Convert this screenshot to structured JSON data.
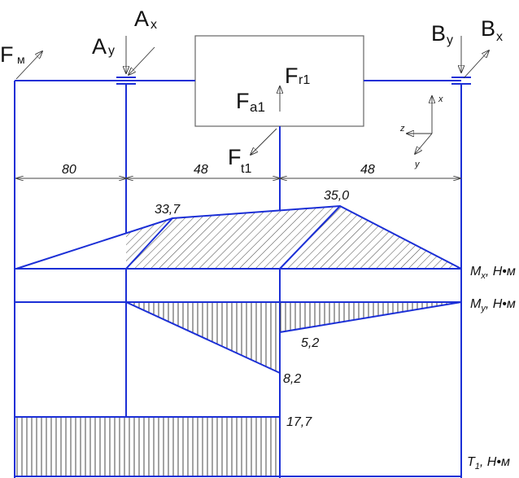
{
  "forces": {
    "fm_main": "F",
    "fm_sub": "м",
    "ax_main": "A",
    "ax_sub": "x",
    "ay_main": "A",
    "ay_sub": "y",
    "by_main": "B",
    "by_sub": "y",
    "bx_main": "B",
    "bx_sub": "x",
    "fa1_main": "F",
    "fa1_sub": "a1",
    "fr1_main": "F",
    "fr1_sub": "r1",
    "ft1_main": "F",
    "ft1_sub": "t1"
  },
  "axes": {
    "x": "x",
    "y": "y",
    "z": "z"
  },
  "dims": {
    "d1": "80",
    "d2": "48",
    "d3": "48"
  },
  "diagrams": {
    "mx_label": "Mx, Н•м",
    "mx_value_left": "33,7",
    "mx_value_right": "35,0",
    "my_label": "My, Н•м",
    "my_value_lower": "8,2",
    "my_value_upper": "5,2",
    "t_label": "T1, Н•м",
    "t_value": "17,7"
  },
  "colors": {
    "line": "#1b2fd6",
    "frame": "#666666"
  }
}
